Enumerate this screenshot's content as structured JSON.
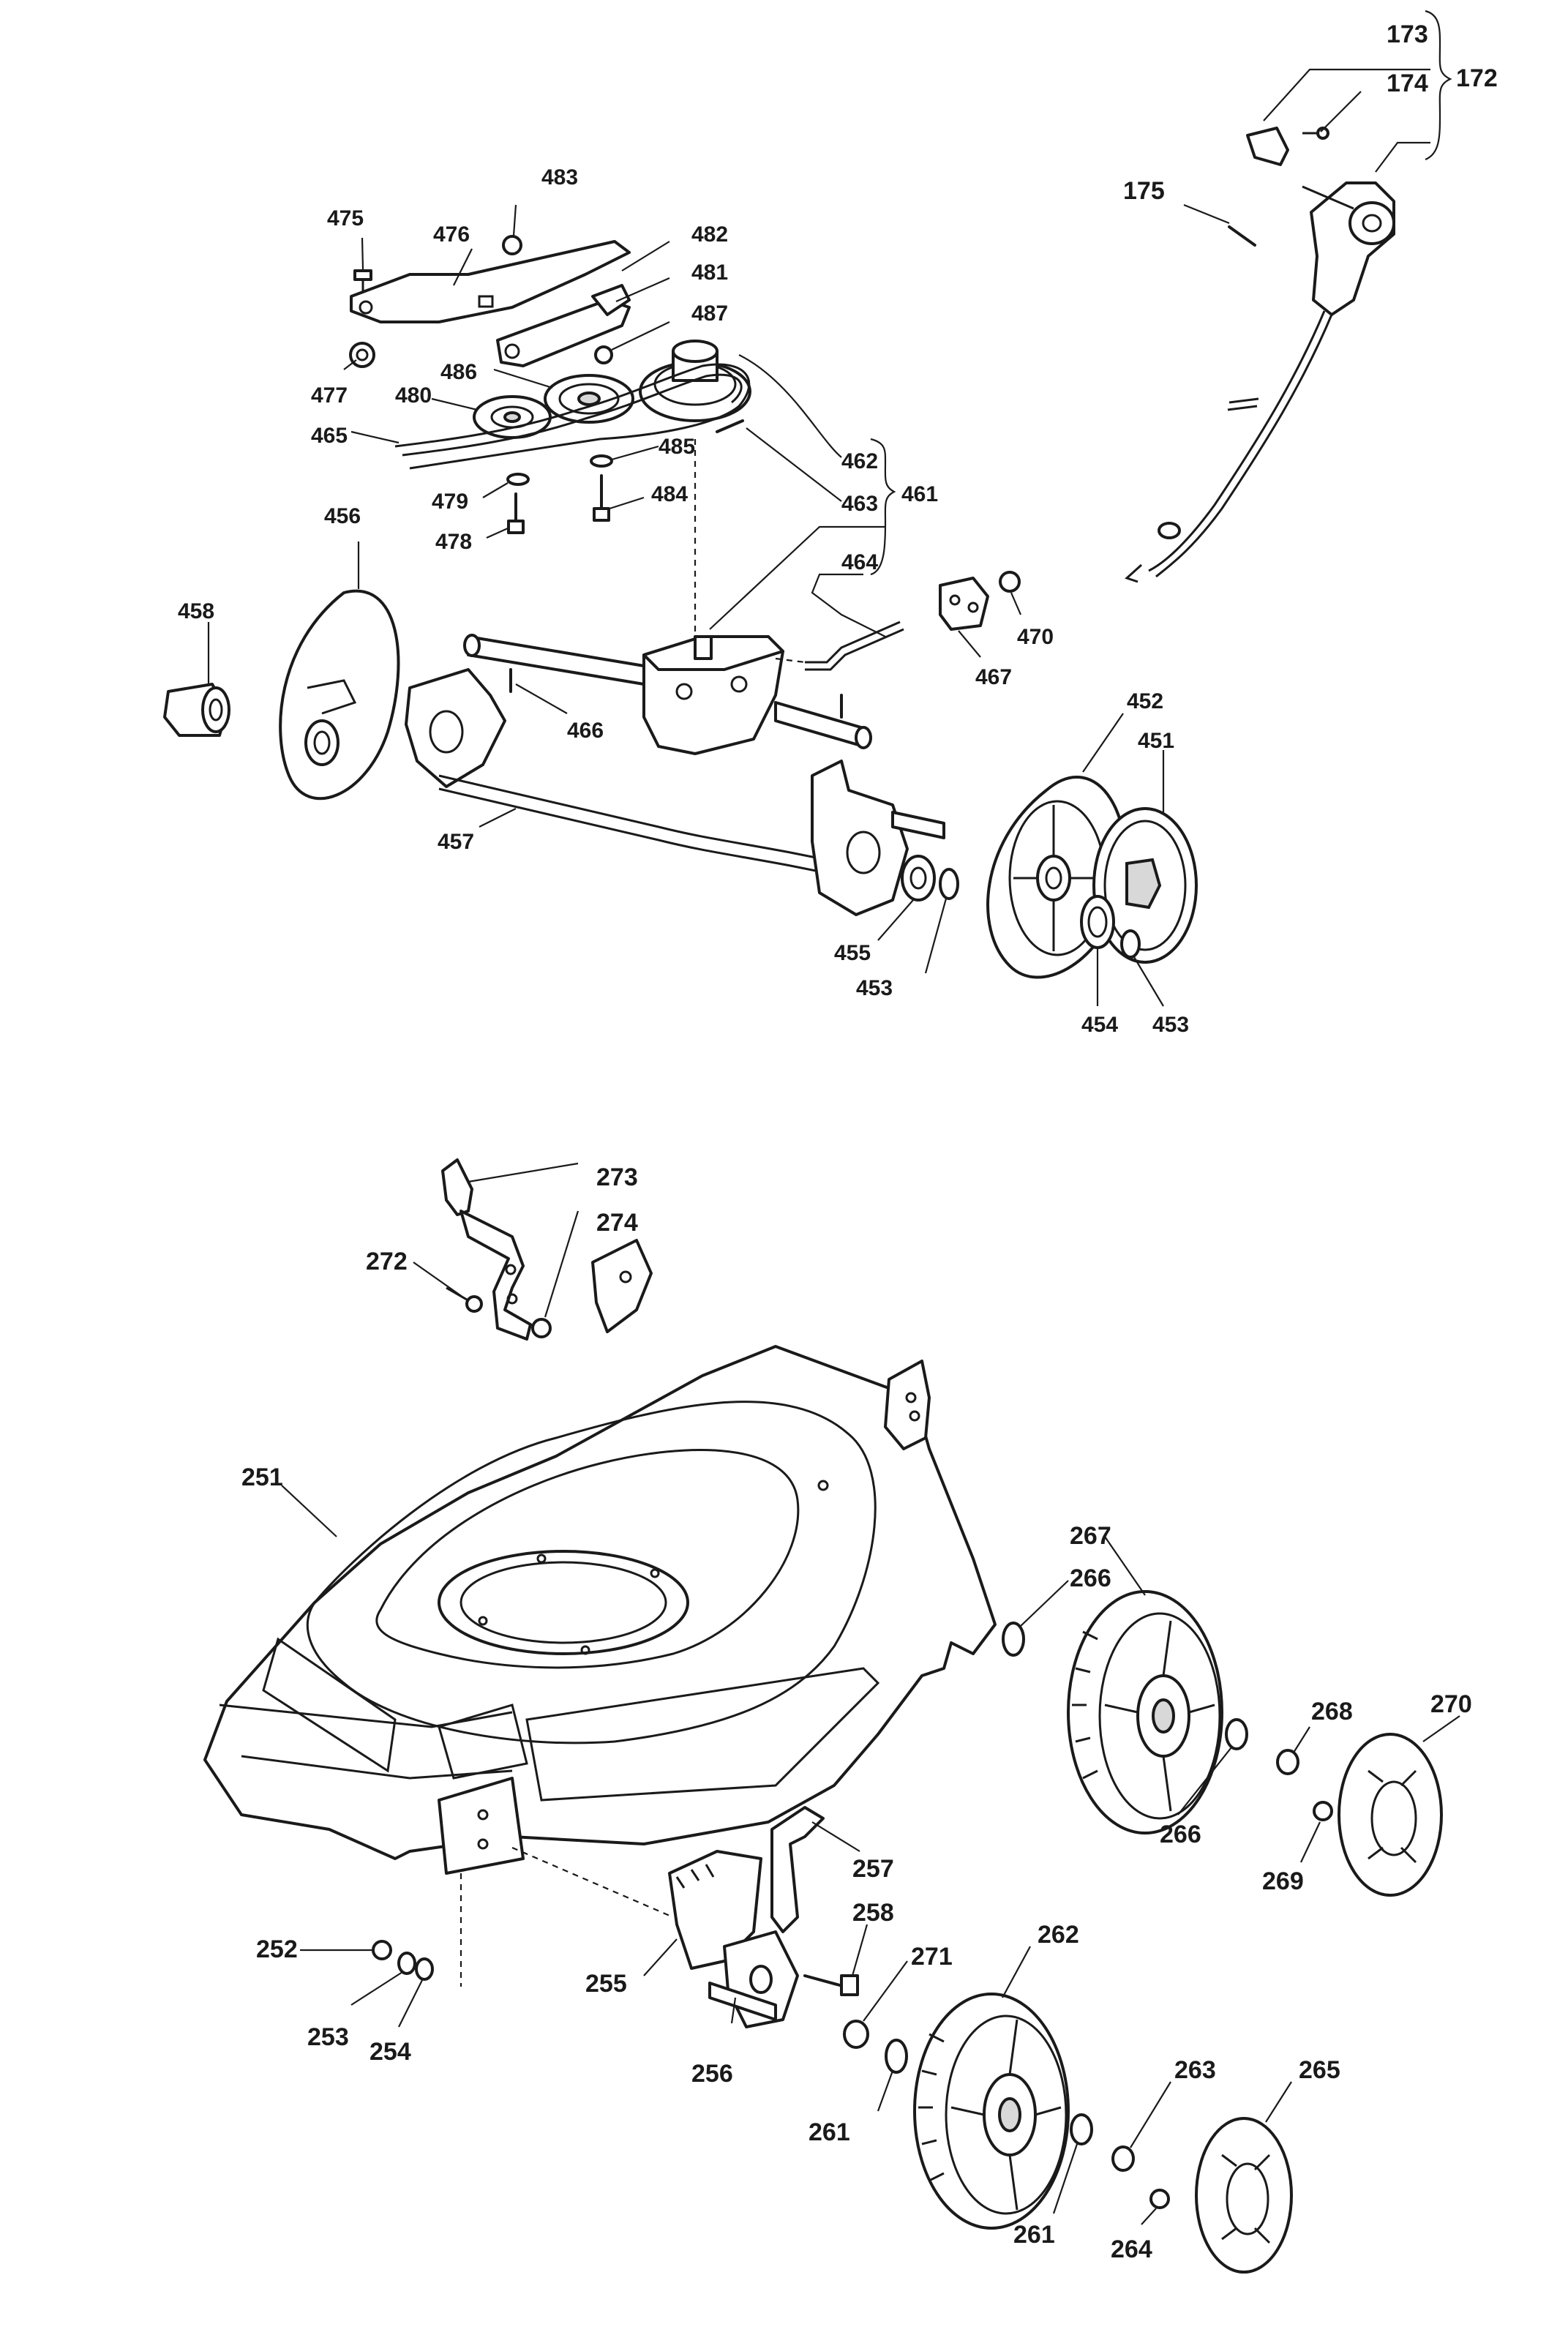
{
  "labels": {
    "p173": "173",
    "p174": "174",
    "p172": "172",
    "p175": "175",
    "p483": "483",
    "p475": "475",
    "p476": "476",
    "p482": "482",
    "p481": "481",
    "p487": "487",
    "p486": "486",
    "p477": "477",
    "p480": "480",
    "p465": "465",
    "p485": "485",
    "p479": "479",
    "p484": "484",
    "p478": "478",
    "p462": "462",
    "p463": "463",
    "p461": "461",
    "p464": "464",
    "p456": "456",
    "p458": "458",
    "p470": "470",
    "p467": "467",
    "p466": "466",
    "p452": "452",
    "p451": "451",
    "p457": "457",
    "p455": "455",
    "p453a": "453",
    "p453b": "453",
    "p454": "454",
    "p273": "273",
    "p274": "274",
    "p272": "272",
    "p251": "251",
    "p267": "267",
    "p266a": "266",
    "p268": "268",
    "p270": "270",
    "p266b": "266",
    "p269": "269",
    "p257": "257",
    "p258": "258",
    "p252": "252",
    "p255": "255",
    "p253": "253",
    "p254": "254",
    "p256": "256",
    "p271": "271",
    "p262": "262",
    "p263": "263",
    "p265": "265",
    "p261a": "261",
    "p261b": "261",
    "p264": "264"
  }
}
